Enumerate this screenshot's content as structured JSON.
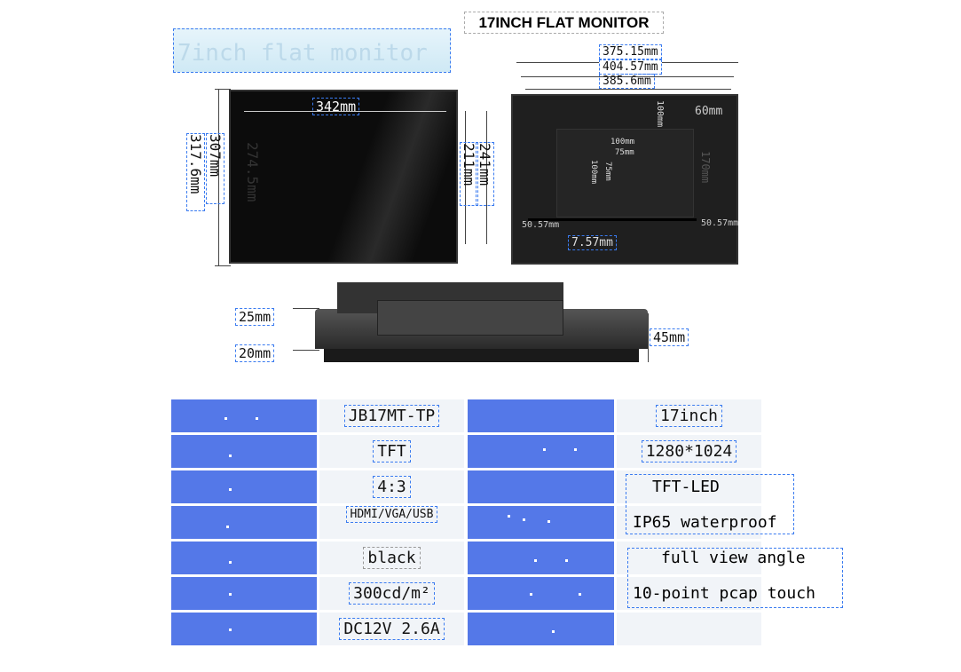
{
  "title": "17INCH FLAT MONITOR",
  "banner": "7inch flat monitor",
  "front": {
    "width": "342mm",
    "h1": "317.6mm",
    "h2": "307mm",
    "h3": "274.5mm",
    "r1": "241mm",
    "r2": "211mm"
  },
  "back": {
    "w1": "375.15mm",
    "w2": "404.57mm",
    "w3": "385.6mm",
    "v1": "100mm",
    "v2": "60mm",
    "h1": "100mm",
    "h2": "75mm",
    "v3": "100mm",
    "v4": "75mm",
    "v5": "170mm",
    "left": "50.57mm",
    "right": "50.57mm",
    "bottom": "7.57mm"
  },
  "side": {
    "top": "25mm",
    "bottom": "20mm",
    "depth": "45mm"
  },
  "specs": {
    "left": [
      "JB17MT-TP",
      "TFT",
      "4:3",
      "HDMI/VGA/USB",
      "black",
      "300cd/m²",
      "DC12V 2.6A"
    ],
    "right": [
      "17inch",
      "1280*1024",
      "TFT-LED",
      "IP65 waterproof",
      "full view angle",
      "10-point pcap touch",
      ""
    ]
  },
  "colors": {
    "label_cell": "#5478e8",
    "value_cell": "#f1f4f8",
    "annotation": "#3a7bf0"
  }
}
